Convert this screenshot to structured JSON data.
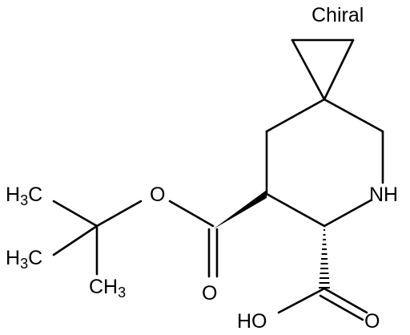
{
  "structure": {
    "chiral_flag": "Chiral",
    "labels": {
      "nh": "NH",
      "ester_o": "O",
      "ester_carbonyl_o": "O",
      "acid_carbonyl_o": "O",
      "acid_oh": "HO"
    },
    "methyl_groups": [
      {
        "h": "H",
        "n": "3",
        "c": "C"
      },
      {
        "h": "H",
        "n": "3",
        "c": "C"
      },
      {
        "c": "CH",
        "n": "3"
      }
    ]
  },
  "colors": {
    "ink": "#000000",
    "background": "#ffffff"
  }
}
